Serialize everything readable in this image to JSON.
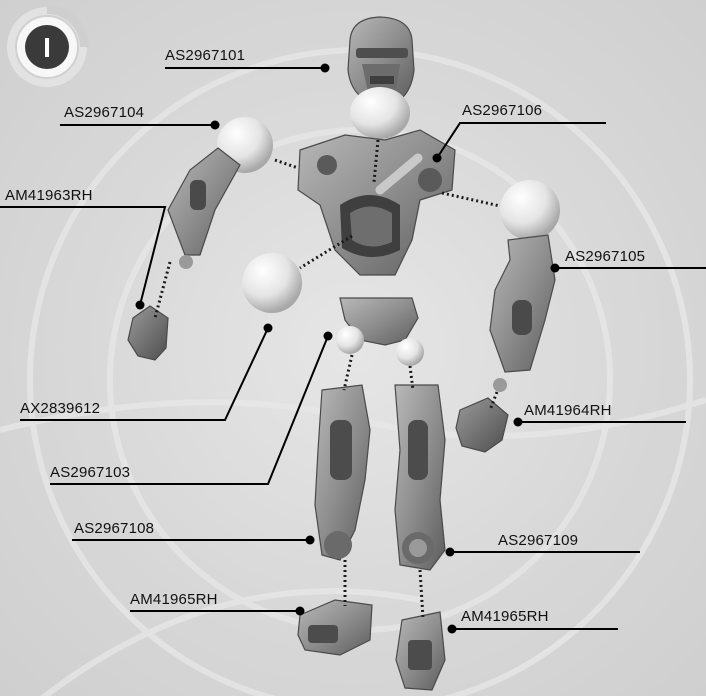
{
  "step_badge": {
    "numeral": "I"
  },
  "callouts": [
    {
      "id": "head",
      "part_number": "AS2967101"
    },
    {
      "id": "left-shoulder",
      "part_number": "AS2967104"
    },
    {
      "id": "torso",
      "part_number": "AS2967106"
    },
    {
      "id": "left-forearm",
      "part_number": "AM41963RH"
    },
    {
      "id": "right-arm",
      "part_number": "AS2967105"
    },
    {
      "id": "ball-joint",
      "part_number": "AX2839612"
    },
    {
      "id": "right-hand",
      "part_number": "AM41964RH"
    },
    {
      "id": "hips",
      "part_number": "AS2967103"
    },
    {
      "id": "left-leg",
      "part_number": "AS2967108"
    },
    {
      "id": "right-leg",
      "part_number": "AS2967109"
    },
    {
      "id": "left-foot",
      "part_number": "AM41965RH"
    },
    {
      "id": "right-foot",
      "part_number": "AM41965RH"
    }
  ],
  "colors": {
    "part_gray": "#8c8c8c",
    "part_dark": "#5a5a5a",
    "ball_light": "#f4f4f4",
    "leader_line": "#000000"
  }
}
